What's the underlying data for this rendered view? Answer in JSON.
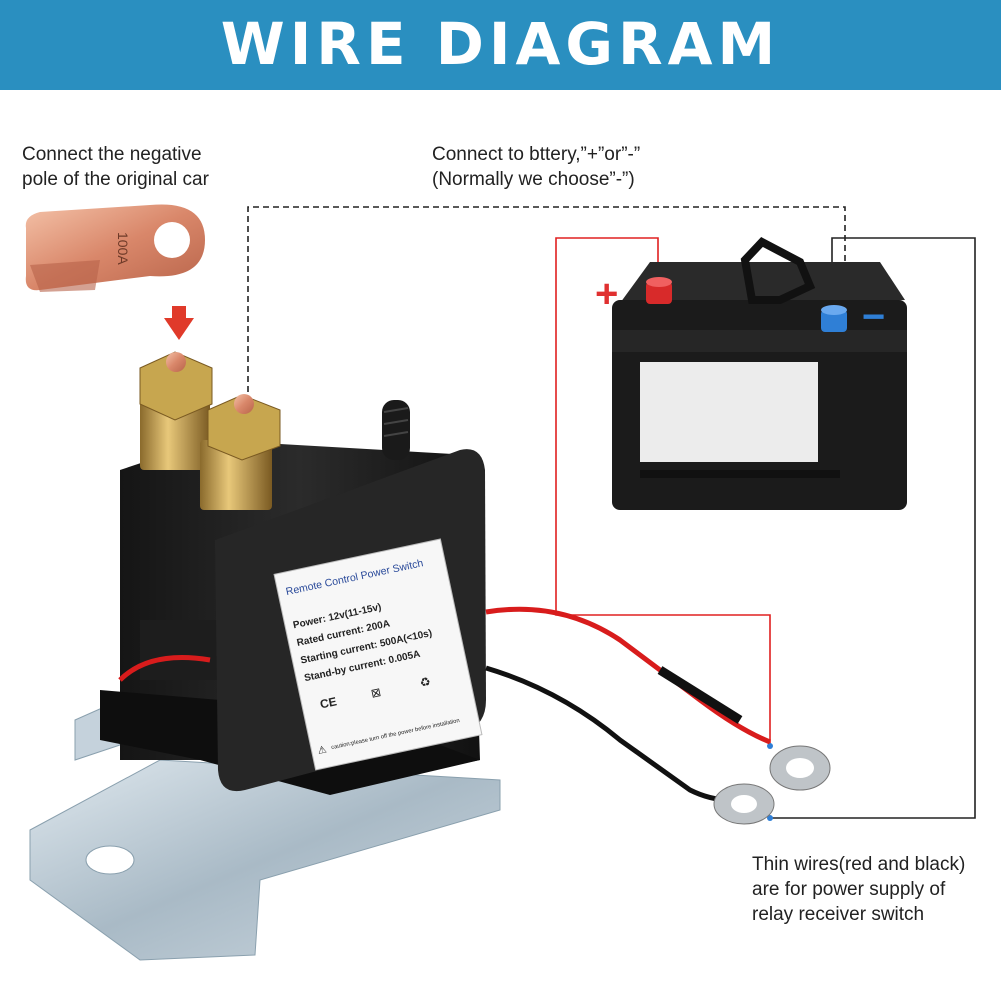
{
  "header": {
    "title": "WIRE DIAGRAM"
  },
  "notes": {
    "negative_pole": {
      "line1": "Connect the negative",
      "line2": "pole of the original car"
    },
    "battery": {
      "line1": "Connect to bttery,”+”or”-”",
      "line2": "(Normally we choose”-”)"
    },
    "thin_wires": {
      "line1": "Thin wires(red and black)",
      "line2": "are for power supply of",
      "line3": "relay receiver switch"
    }
  },
  "lug": {
    "rating": "100A"
  },
  "battery": {
    "plus_symbol": "+",
    "minus_symbol": "−"
  },
  "relay_label": {
    "title": "Remote Control Power Switch",
    "power": "Power: 12v(11-15v)",
    "rated": "Rated current: 200A",
    "starting": "Starting current: 500A(<10s)",
    "standby": "Stand-by current: 0.005A",
    "marks": [
      "CE",
      "♻"
    ],
    "caution": "caution:please turn off the power before installation"
  },
  "colors": {
    "header": "#2a8fc0",
    "red_wire": "#e02020",
    "dashed_line": "#222222",
    "battery_body": "#1b1b1b",
    "negative_terminal": "#2f7fd6",
    "positive_terminal": "#d82a2a",
    "copper": "#d9876a"
  }
}
